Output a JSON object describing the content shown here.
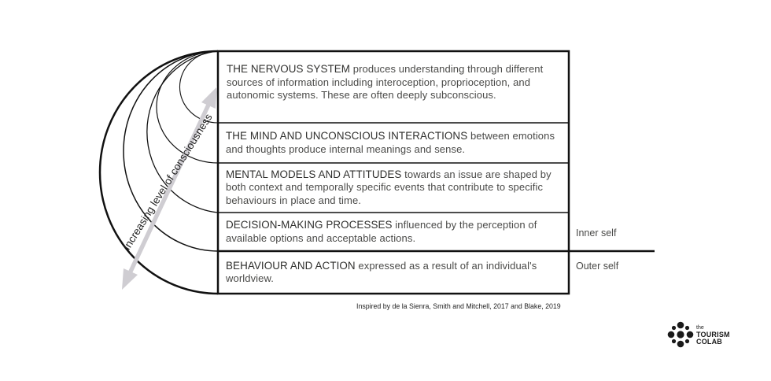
{
  "layers": [
    {
      "heading": "THE NERVOUS SYSTEM",
      "text": " produces understanding through different sources of information including interoception, proprioception, and autonomic systems. These are often deeply subconscious."
    },
    {
      "heading": "THE MIND AND UNCONSCIOUS INTERACTIONS",
      "text": " between emotions and thoughts produce internal meanings and sense."
    },
    {
      "heading": "MENTAL MODELS AND ATTITUDES",
      "text": " towards an issue are shaped by both context and temporally specific events that contribute to specific behaviours in place and time."
    },
    {
      "heading": "DECISION-MAKING PROCESSES",
      "text": " influenced by the perception of available options and acceptable actions."
    },
    {
      "heading": "BEHAVIOUR AND ACTION",
      "text": " expressed as a result of an individual's worldview."
    }
  ],
  "side_labels": {
    "inner": "Inner self",
    "outer": "Outer self"
  },
  "arrow_label": "Increasing level of consciousness",
  "credit": "Inspired by de la Sienra, Smith and Mitchell, 2017 and Blake, 2019",
  "logo": {
    "line1": "the",
    "line2": "TOURISM",
    "line3": "COLAB"
  },
  "colors": {
    "lines": "#111111",
    "arrow": "#cfcdd2",
    "text": "#4a4a48"
  }
}
